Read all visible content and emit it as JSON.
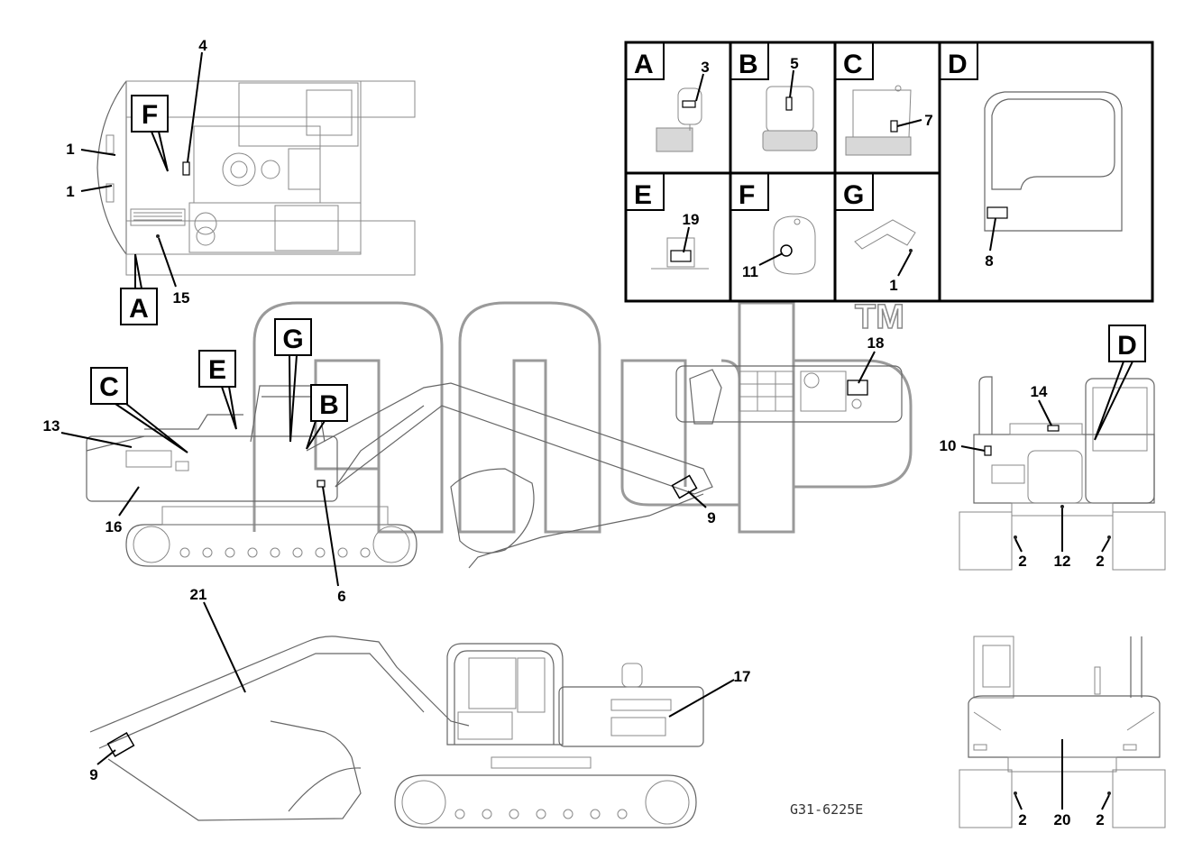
{
  "inset_grid": {
    "cells": [
      {
        "letter": "A",
        "callouts": [
          "3"
        ]
      },
      {
        "letter": "B",
        "callouts": [
          "5"
        ]
      },
      {
        "letter": "C",
        "callouts": [
          "7"
        ]
      },
      {
        "letter": "D",
        "callouts": [
          "8"
        ]
      },
      {
        "letter": "E",
        "callouts": [
          "19"
        ]
      },
      {
        "letter": "F",
        "callouts": [
          "11"
        ]
      },
      {
        "letter": "G",
        "callouts": [
          "1"
        ]
      }
    ]
  },
  "top_view": {
    "callouts": [
      "4",
      "1",
      "1",
      "15"
    ],
    "box_labels": [
      "F",
      "A"
    ]
  },
  "side_view": {
    "callouts": [
      "13",
      "16",
      "6",
      "9",
      "18"
    ],
    "box_labels": [
      "C",
      "E",
      "G",
      "B"
    ]
  },
  "front_view": {
    "callouts": [
      "14",
      "10",
      "2",
      "12",
      "2"
    ],
    "box_labels": [
      "D"
    ]
  },
  "lower_view": {
    "callouts": [
      "21",
      "9",
      "17"
    ]
  },
  "rear_view": {
    "callouts": [
      "2",
      "20",
      "2"
    ]
  },
  "watermark": {
    "tm": "TM"
  },
  "drawing_code": "G31-6225E"
}
